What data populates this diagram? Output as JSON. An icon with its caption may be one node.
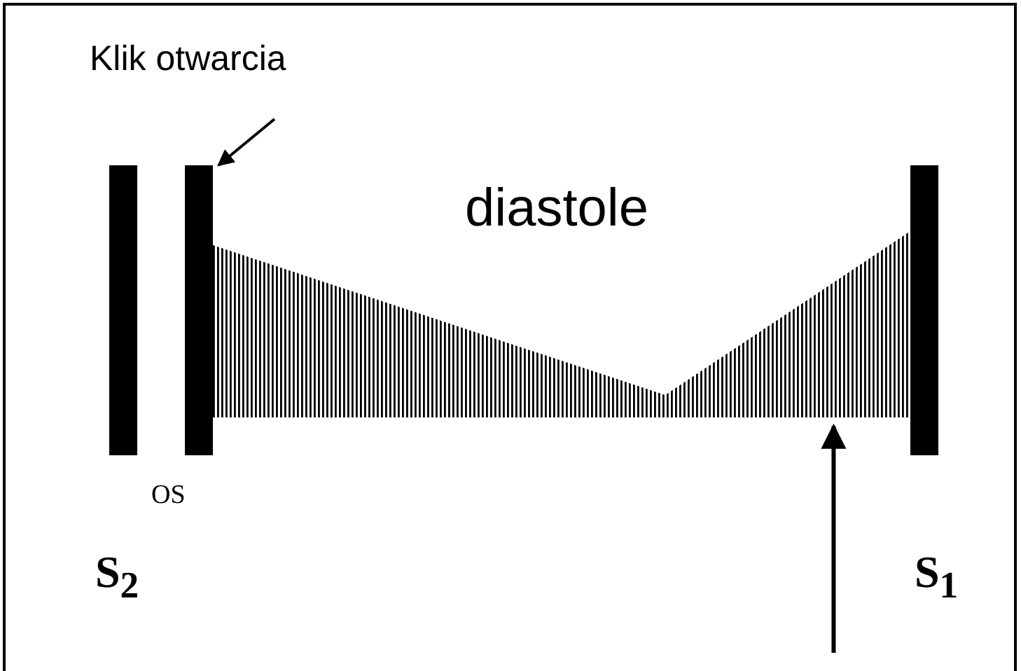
{
  "diagram": {
    "nodes": [
      {
        "text": [
          "Klik otwarcia"
        ]
      },
      {
        "text": [],
        "shape": "bar"
      },
      {
        "text": [],
        "shape": "bar"
      },
      {
        "text": [],
        "shape": "picture"
      },
      {
        "text": [],
        "shape": "bar"
      }
    ],
    "edges": [
      {
        "from": 0,
        "to": 2,
        "arrow": "to"
      },
      {
        "from": null,
        "to": 3,
        "arrow": "to"
      }
    ],
    "labels": [
      "diastole",
      "OS",
      "S$_{2}$",
      "S$_{1}$"
    ]
  }
}
